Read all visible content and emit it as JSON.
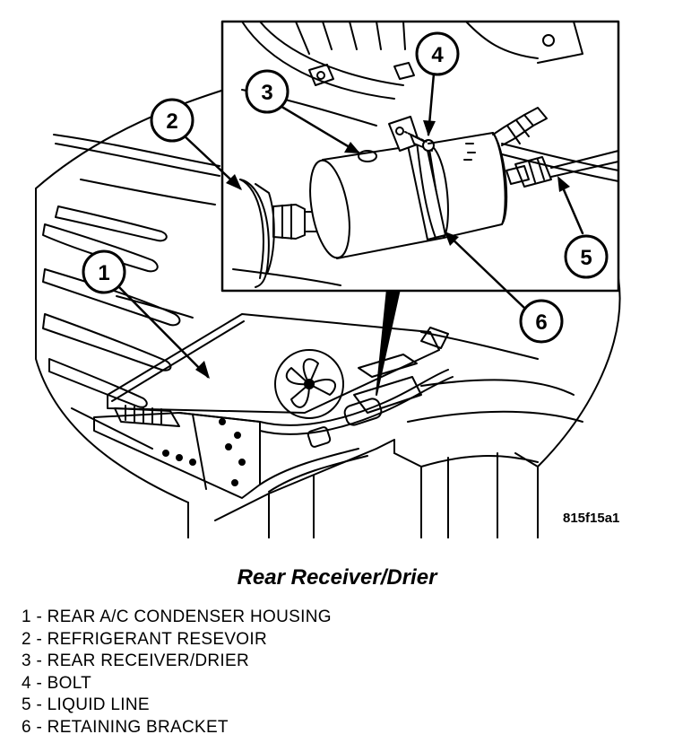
{
  "figure": {
    "id_label": "815f15a1",
    "callouts": [
      "1",
      "2",
      "3",
      "4",
      "5",
      "6"
    ]
  },
  "caption": {
    "title": "Rear Receiver/Drier"
  },
  "legend": [
    {
      "num": "1",
      "sep": " - ",
      "text": "REAR A/C CONDENSER HOUSING"
    },
    {
      "num": "2",
      "sep": " - ",
      "text": "REFRIGERANT RESEVOIR"
    },
    {
      "num": "3",
      "sep": " - ",
      "text": "REAR RECEIVER/DRIER"
    },
    {
      "num": "4",
      "sep": " - ",
      "text": "BOLT"
    },
    {
      "num": "5",
      "sep": " - ",
      "text": "LIQUID LINE"
    },
    {
      "num": "6",
      "sep": " - ",
      "text": "RETAINING BRACKET"
    }
  ]
}
